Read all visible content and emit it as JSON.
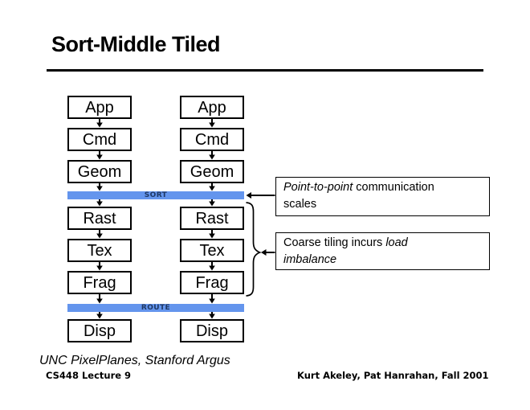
{
  "slide": {
    "title": "Sort-Middle Tiled",
    "footer": {
      "systems_credit": "UNC PixelPlanes, Stanford Argus",
      "course": "CS448 Lecture 9",
      "authors": "Kurt Akeley, Pat Hanrahan, Fall 2001"
    }
  },
  "diagram": {
    "columns": 2,
    "stages": [
      "App",
      "Cmd",
      "Geom",
      "Rast",
      "Tex",
      "Frag",
      "Disp"
    ],
    "sort_bar": {
      "label": "SORT"
    },
    "route_bar": {
      "label": "ROUTE"
    },
    "colors": {
      "bar_fill": "#6495ED",
      "bar_label": "#1F3864",
      "line": "#000000"
    },
    "annotations": [
      {
        "id": "point-to-point-scales",
        "lines": [
          [
            {
              "text": "Point-to-point",
              "italic": true
            },
            {
              "text": " communication",
              "italic": false
            }
          ],
          [
            {
              "text": "scales",
              "italic": false
            }
          ]
        ]
      },
      {
        "id": "coarse-tiling-load-imbalance",
        "lines": [
          [
            {
              "text": "Coarse tiling incurs ",
              "italic": false
            },
            {
              "text": "load",
              "italic": true
            }
          ],
          [
            {
              "text": "imbalance",
              "italic": true
            }
          ]
        ]
      }
    ]
  }
}
